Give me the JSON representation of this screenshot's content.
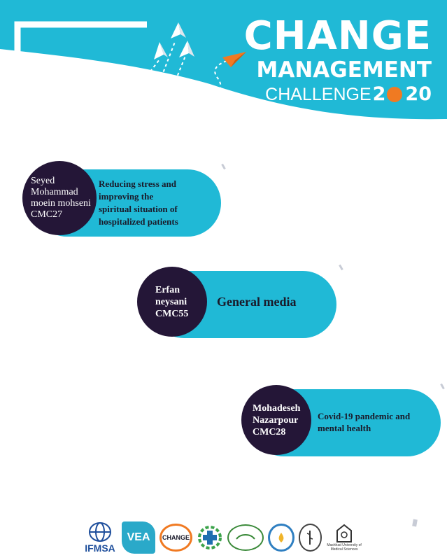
{
  "title": {
    "line1": "CHANGE",
    "line2": "MANAGEMENT",
    "line3": "CHALLENGE",
    "year_a": "2",
    "year_b": "20"
  },
  "colors": {
    "cyan": "#20b9d6",
    "dark": "#241637",
    "orange": "#f07a22"
  },
  "entries": [
    {
      "name_lines": [
        "Seyed",
        "Mohammad",
        "moein mohseni",
        "CMC27"
      ],
      "topic_lines": [
        "Reducing stress and",
        "improving the",
        "spiritual situation of",
        "hospitalized patients"
      ]
    },
    {
      "name_lines": [
        "Erfan",
        "neysani",
        "CMC55"
      ],
      "topic_lines": [
        "General media"
      ]
    },
    {
      "name_lines": [
        "Mohadeseh",
        "Nazarpour",
        "CMC28"
      ],
      "topic_lines": [
        "Covid-19 pandemic and",
        "mental health"
      ]
    }
  ],
  "footer": {
    "ifmsa": "IFMSA",
    "vea": "VEA",
    "change": "CHANGE",
    "mums_line1": "Mashhad University of",
    "mums_line2": "Medical Sciences"
  }
}
